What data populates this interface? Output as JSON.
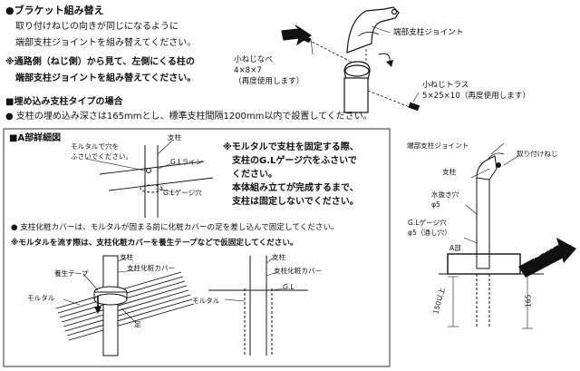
{
  "bracket": {
    "title": "●ブラケット組み替え",
    "line1": "取り付けねじの向きが同じになるように",
    "line2": "端部支柱ジョイントを組み替えてください。",
    "note1": "※通路側（ねじ側）から見て、左側にくる柱の",
    "note2": "端部支柱ジョイントを組み替えてください。"
  },
  "parts": {
    "end_joint": "端部支柱ジョイント",
    "small_screw_pan": "小ねじなべ",
    "small_screw_pan_size": "4×8×7",
    "small_screw_pan_reuse": "（再度使用します）",
    "small_screw_truss": "小ねじトラス",
    "small_screw_truss_spec": "5×25×10（再度使用します）"
  },
  "embed": {
    "heading": "■埋め込み支柱タイプの場合",
    "desc": "● 支柱の埋め込み深さは165mmとし、標準支柱間隔1200mm以内で設置してください。"
  },
  "detailA": {
    "title": "■A部詳細図",
    "hole_note_1": "モルタルで穴を",
    "hole_note_2": "ふさいでください。",
    "post": "支柱",
    "gl_line": "G.Lライン",
    "gl_gauge_hole": "G.Lゲージ穴",
    "warn1": "※モルタルで支柱を固定する際、",
    "warn2": "支柱のG.Lゲージ穴をふさいで",
    "warn3": "ください。",
    "warn4": "本体組み立てが完成するまで、",
    "warn5": "支柱は固定しないでください。",
    "cover_note": "● 支柱化粧カバーは、モルタルが固まる前に化粧カバーの足を差し込んで固定してください。",
    "tape_note": "※モルタルを流す際は、支柱化粧カバーを養生テープなどで仮固定してください。",
    "post_b": "支柱",
    "cover": "支柱化粧カバー",
    "curing_tape": "養生テープ",
    "mortar": "モルタル",
    "foot": "足",
    "post_c": "支柱",
    "cover_c": "支柱化粧カバー",
    "mortar_c": "モルタル",
    "gl_c": "G.L"
  },
  "side": {
    "end_joint": "端部支柱ジョイント",
    "mount_screw": "取り付けねじ",
    "post": "支柱",
    "drain_hole": "水抜き穴",
    "drain_size": "φ5",
    "gl_gauge_hole": "G.Lゲージ穴",
    "gl_gauge_size": "φ5（通し穴）",
    "part_a": "A部",
    "passage_side": "通路側",
    "dim_150": "150以上",
    "dim_165": "165"
  }
}
